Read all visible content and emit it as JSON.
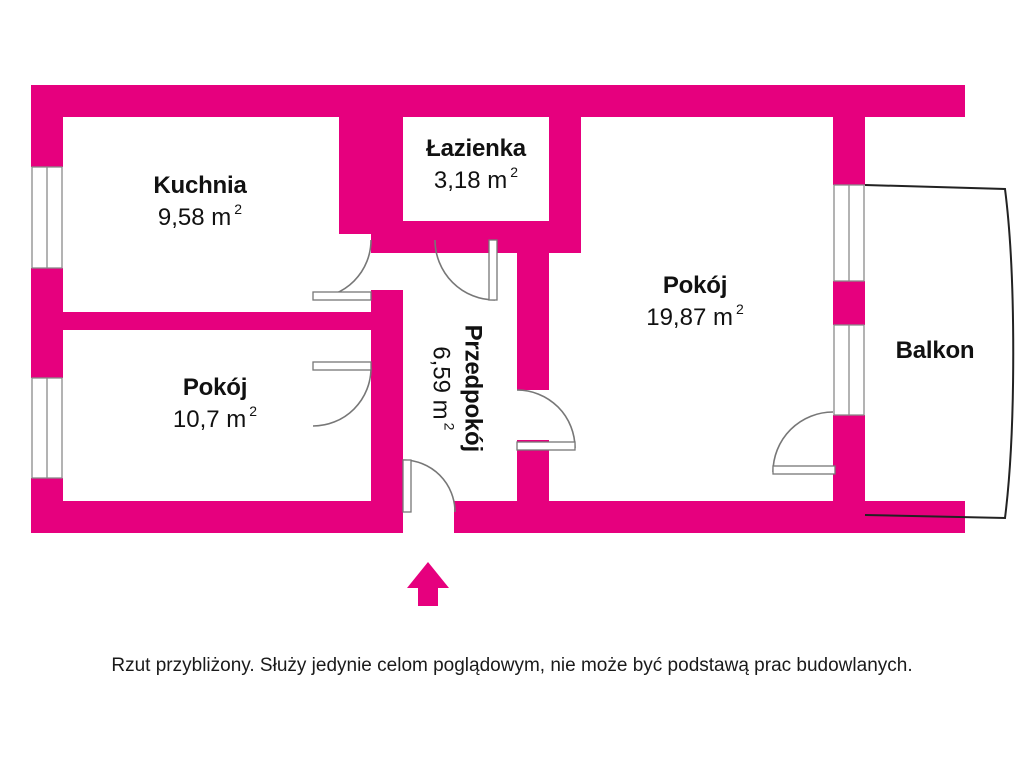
{
  "plan": {
    "accent_color": "#E6007E",
    "wall_color": "#E6007E",
    "background_color": "#FFFFFF",
    "line_color": "#333333",
    "text_color": "#111111",
    "area_unit": "m",
    "area_exponent": "2"
  },
  "rooms": [
    {
      "id": "kuchnia",
      "name": "Kuchnia",
      "area": "9,58 m",
      "exponent": "2",
      "orientation": "horizontal"
    },
    {
      "id": "lazienka",
      "name": "Łazienka",
      "area": "3,18 m",
      "exponent": "2",
      "orientation": "horizontal"
    },
    {
      "id": "pokoj-left",
      "name": "Pokój",
      "area": "10,7 m",
      "exponent": "2",
      "orientation": "horizontal"
    },
    {
      "id": "przedpokoj",
      "name": "Przedpokój",
      "area": "6,59 m",
      "exponent": "2",
      "orientation": "vertical"
    },
    {
      "id": "pokoj-right",
      "name": "Pokój",
      "area": "19,87 m",
      "exponent": "2",
      "orientation": "horizontal"
    },
    {
      "id": "balkon",
      "name": "Balkon",
      "area": "",
      "exponent": "",
      "orientation": "horizontal"
    }
  ],
  "entrance": {
    "marker": "entrance-arrow-up",
    "direction": "up"
  },
  "caption": {
    "text": "Rzut przybliżony. Służy jedynie celom poglądowym, nie może być podstawą prac budowlanych."
  }
}
